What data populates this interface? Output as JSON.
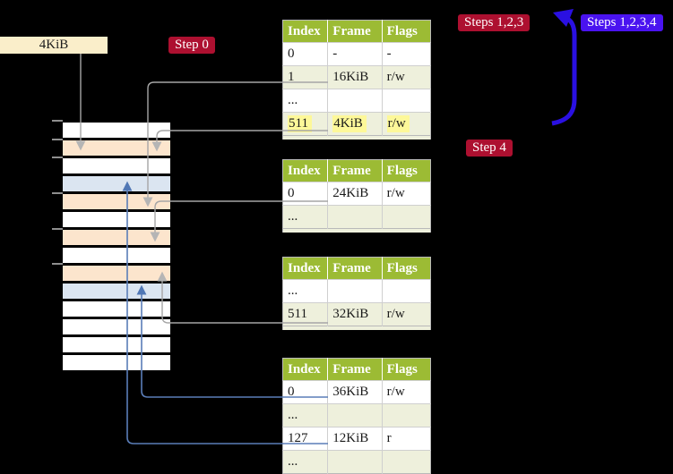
{
  "colors": {
    "background": "#000000",
    "header_green": "#9cbb34",
    "row_alt_green": "#eef0dc",
    "row_white": "#ffffff",
    "highlight_yellow": "#fdf899",
    "badge_red": "#ad1030",
    "badge_violet": "#4a13f0",
    "label_cream": "#faeeca",
    "frame_orange": "#fce5cd",
    "frame_blue": "#dbe5f1",
    "gray_line": "#a6a6a6",
    "gray_arrowhead": "#b5b5b5",
    "blue_line": "#5a7db8",
    "blue_arrowhead": "#5077b5",
    "big_arrow_blue": "#2a10e2"
  },
  "frame_size_label": "4KiB",
  "badges": {
    "step0": "Step 0",
    "steps123": "Steps 1,2,3",
    "steps1234": "Steps 1,2,3,4",
    "step4": "Step 4"
  },
  "tables": [
    {
      "headers": [
        "Index",
        "Frame",
        "Flags"
      ],
      "rows": [
        {
          "cells": [
            "0",
            "-",
            "-"
          ]
        },
        {
          "cells": [
            "1",
            "16KiB",
            "r/w"
          ],
          "alt": true
        },
        {
          "cells": [
            "...",
            "",
            ""
          ]
        },
        {
          "cells": [
            "511",
            "4KiB",
            "r/w"
          ],
          "alt": true,
          "highlight": true
        }
      ],
      "sliver": true
    },
    {
      "headers": [
        "Index",
        "Frame",
        "Flags"
      ],
      "rows": [
        {
          "cells": [
            "0",
            "24KiB",
            "r/w"
          ]
        },
        {
          "cells": [
            "...",
            "",
            ""
          ],
          "alt": true
        }
      ],
      "sliver": true
    },
    {
      "headers": [
        "Index",
        "Frame",
        "Flags"
      ],
      "rows": [
        {
          "cells": [
            "...",
            "",
            ""
          ]
        },
        {
          "cells": [
            "511",
            "32KiB",
            "r/w"
          ],
          "alt": true
        }
      ],
      "sliver": true
    },
    {
      "headers": [
        "Index",
        "Frame",
        "Flags"
      ],
      "rows": [
        {
          "cells": [
            "0",
            "36KiB",
            "r/w"
          ]
        },
        {
          "cells": [
            "...",
            "",
            ""
          ],
          "alt": true
        },
        {
          "cells": [
            "127",
            "12KiB",
            "r"
          ]
        },
        {
          "cells": [
            "...",
            "",
            ""
          ],
          "alt": true
        }
      ],
      "sliver": false
    }
  ],
  "memory": {
    "rows": [
      "white",
      "orange",
      "white",
      "blue",
      "orange",
      "white",
      "orange",
      "white",
      "orange",
      "blue",
      "white",
      "white",
      "white",
      "white"
    ]
  }
}
